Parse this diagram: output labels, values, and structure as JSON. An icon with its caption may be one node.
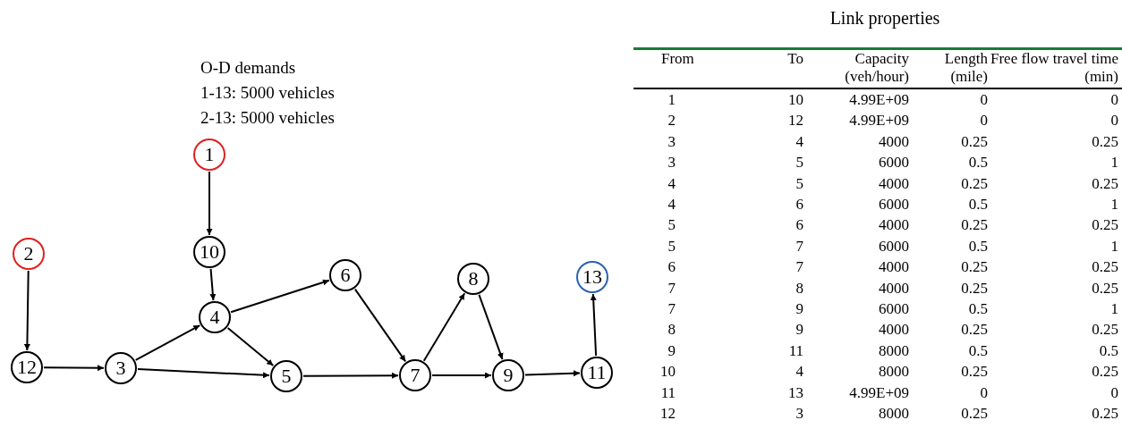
{
  "diagram": {
    "nodes": [
      {
        "text": [
          "1"
        ]
      },
      {
        "text": [
          "2"
        ]
      },
      {
        "text": [
          "3"
        ]
      },
      {
        "text": [
          "4"
        ]
      },
      {
        "text": [
          "5"
        ]
      },
      {
        "text": [
          "6"
        ]
      },
      {
        "text": [
          "7"
        ]
      },
      {
        "text": [
          "8"
        ]
      },
      {
        "text": [
          "9"
        ]
      },
      {
        "text": [
          "10"
        ]
      },
      {
        "text": [
          "11"
        ]
      },
      {
        "text": [
          "12"
        ]
      },
      {
        "text": [
          "13"
        ]
      }
    ],
    "edges": [
      {
        "from": 0,
        "to": 9,
        "arrow": "to"
      },
      {
        "from": 1,
        "to": 11,
        "arrow": "to"
      },
      {
        "from": 11,
        "to": 2,
        "arrow": "to"
      },
      {
        "from": 2,
        "to": 3,
        "arrow": "to"
      },
      {
        "from": 2,
        "to": 4,
        "arrow": "to"
      },
      {
        "from": 9,
        "to": 3,
        "arrow": "to"
      },
      {
        "from": 3,
        "to": 5,
        "arrow": "to"
      },
      {
        "from": 3,
        "to": 4,
        "arrow": "to"
      },
      {
        "from": 4,
        "to": 6,
        "arrow": "to"
      },
      {
        "from": 5,
        "to": 6,
        "arrow": "to"
      },
      {
        "from": 6,
        "to": 7,
        "arrow": "to"
      },
      {
        "from": 6,
        "to": 8,
        "arrow": "to"
      },
      {
        "from": 7,
        "to": 8,
        "arrow": "to"
      },
      {
        "from": 8,
        "to": 10,
        "arrow": "to"
      },
      {
        "from": 10,
        "to": 12,
        "arrow": "to"
      }
    ],
    "labels": [
      "O-D demands",
      "1-13: 5000 vehicles",
      "2-13: 5000 vehicles",
      "Link properties",
      "From",
      "To",
      "Capacity (veh/hour)",
      "Length (mile)",
      "Free flow travel time (min)",
      "1",
      "10",
      "4.99E+09",
      "0",
      "0",
      "2",
      "12",
      "4.99E+09",
      "0",
      "0",
      "3",
      "4",
      "4000",
      "0.25",
      "0.25",
      "3",
      "5",
      "6000",
      "0.5",
      "1",
      "4",
      "5",
      "4000",
      "0.25",
      "0.25",
      "4",
      "6",
      "6000",
      "0.5",
      "1",
      "5",
      "6",
      "4000",
      "0.25",
      "0.25",
      "5",
      "7",
      "6000",
      "0.5",
      "1",
      "6",
      "7",
      "4000",
      "0.25",
      "0.25",
      "7",
      "8",
      "4000",
      "0.25",
      "0.25",
      "7",
      "9",
      "6000",
      "0.5",
      "1",
      "8",
      "9",
      "4000",
      "0.25",
      "0.25",
      "9",
      "11",
      "8000",
      "0.5",
      "0.5",
      "10",
      "4",
      "8000",
      "0.25",
      "0.25",
      "11",
      "13",
      "4.99E+09",
      "0",
      "0",
      "12",
      "3",
      "8000",
      "0.25",
      "0.25"
    ]
  }
}
